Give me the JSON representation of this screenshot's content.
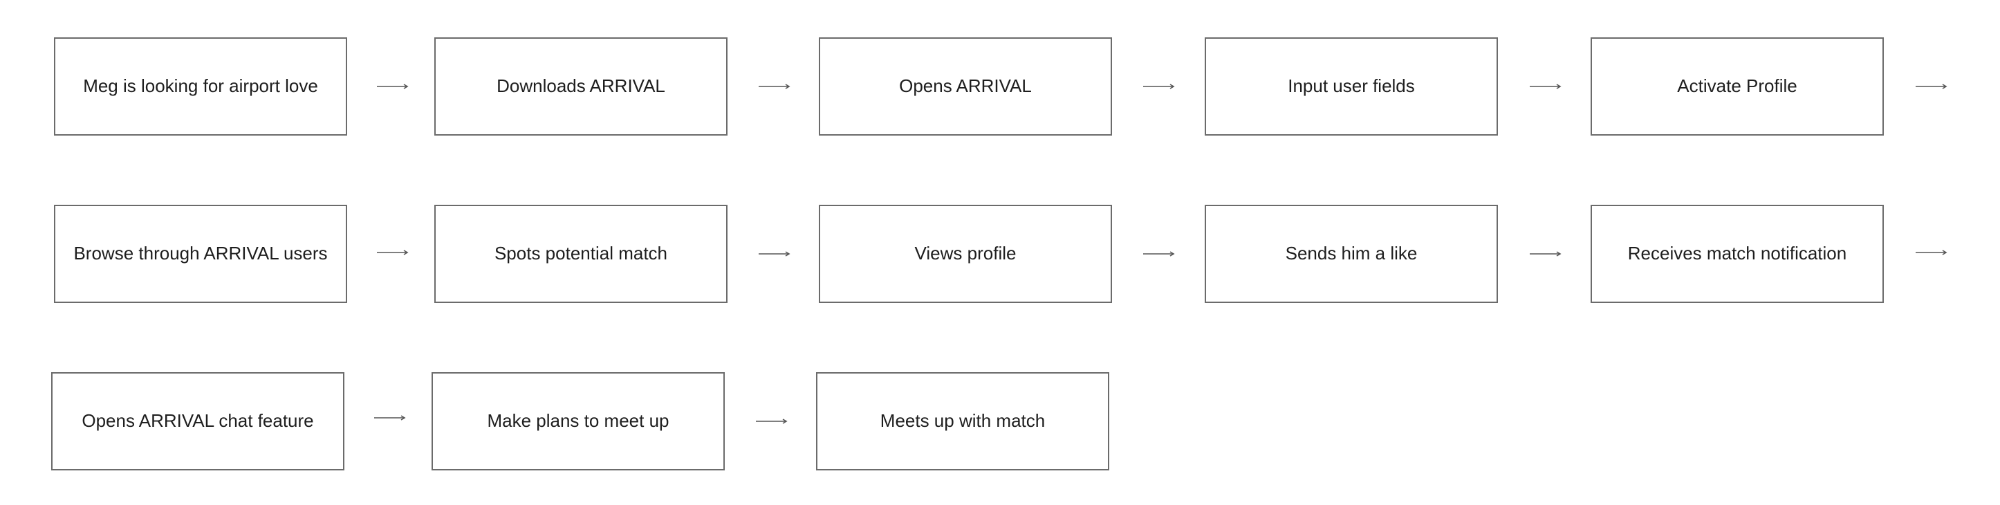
{
  "steps": [
    "Meg is looking for airport love",
    "Downloads ARRIVAL",
    "Opens ARRIVAL",
    "Input user fields",
    "Activate Profile",
    "Browse through ARRIVAL users",
    "Spots potential match",
    "Views profile",
    "Sends him a like",
    "Receives match notification",
    "Opens ARRIVAL chat feature",
    "Make plans to meet up",
    "Meets up with match"
  ],
  "arrow_icon": "arrow-right-icon",
  "colors": {
    "box_border": "#6b6b6b",
    "text": "#1e1e1e",
    "arrow": "#555555",
    "background": "#ffffff"
  }
}
